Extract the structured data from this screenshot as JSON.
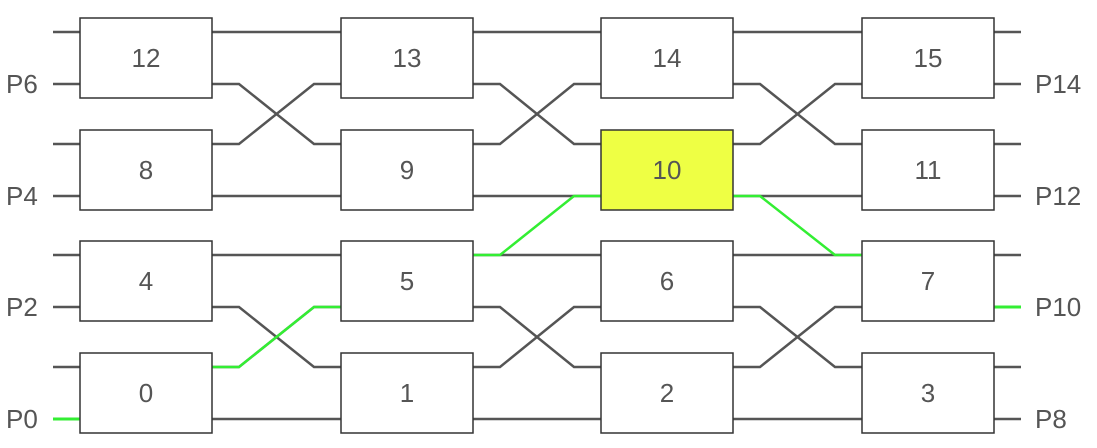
{
  "colors": {
    "background": "#ffffff",
    "wire": "#555555",
    "route": "#33ee33",
    "node_fill": "#ffffff",
    "node_border": "#333333",
    "highlight_fill": "#eeff44",
    "text": "#555555"
  },
  "nodes": [
    {
      "id": "n12",
      "label": "12",
      "col": 0,
      "row": 0,
      "highlight": false
    },
    {
      "id": "n13",
      "label": "13",
      "col": 1,
      "row": 0,
      "highlight": false
    },
    {
      "id": "n14",
      "label": "14",
      "col": 2,
      "row": 0,
      "highlight": false
    },
    {
      "id": "n15",
      "label": "15",
      "col": 3,
      "row": 0,
      "highlight": false
    },
    {
      "id": "n8",
      "label": "8",
      "col": 0,
      "row": 1,
      "highlight": false
    },
    {
      "id": "n9",
      "label": "9",
      "col": 1,
      "row": 1,
      "highlight": false
    },
    {
      "id": "n10",
      "label": "10",
      "col": 2,
      "row": 1,
      "highlight": true
    },
    {
      "id": "n11",
      "label": "11",
      "col": 3,
      "row": 1,
      "highlight": false
    },
    {
      "id": "n4",
      "label": "4",
      "col": 0,
      "row": 2,
      "highlight": false
    },
    {
      "id": "n5",
      "label": "5",
      "col": 1,
      "row": 2,
      "highlight": false
    },
    {
      "id": "n6",
      "label": "6",
      "col": 2,
      "row": 2,
      "highlight": false
    },
    {
      "id": "n7",
      "label": "7",
      "col": 3,
      "row": 2,
      "highlight": false
    },
    {
      "id": "n0",
      "label": "0",
      "col": 0,
      "row": 3,
      "highlight": false
    },
    {
      "id": "n1",
      "label": "1",
      "col": 1,
      "row": 3,
      "highlight": false
    },
    {
      "id": "n2",
      "label": "2",
      "col": 2,
      "row": 3,
      "highlight": false
    },
    {
      "id": "n3",
      "label": "3",
      "col": 3,
      "row": 3,
      "highlight": false
    }
  ],
  "ports_left": [
    {
      "label": "P6",
      "row": 0
    },
    {
      "label": "P4",
      "row": 1
    },
    {
      "label": "P2",
      "row": 2
    },
    {
      "label": "P0",
      "row": 3
    }
  ],
  "ports_right": [
    {
      "label": "P14",
      "row": 0
    },
    {
      "label": "P12",
      "row": 1
    },
    {
      "label": "P10",
      "row": 2
    },
    {
      "label": "P8",
      "row": 3
    }
  ],
  "routed_path": {
    "source": "P0",
    "target": "P10",
    "via": [
      "0",
      "5",
      "10",
      "7"
    ]
  }
}
